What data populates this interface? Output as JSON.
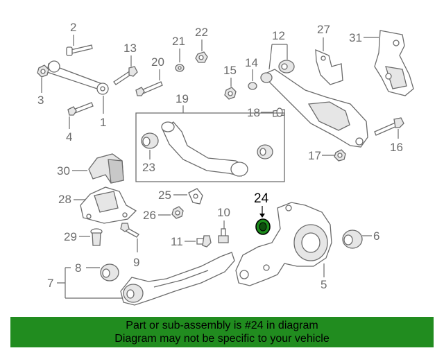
{
  "highlight": {
    "part_number": "24",
    "color": "#000000",
    "ring_color": "#1a8a1a"
  },
  "callouts": {
    "c1": "1",
    "c2": "2",
    "c3": "3",
    "c4": "4",
    "c5": "5",
    "c6": "6",
    "c7": "7",
    "c8": "8",
    "c9": "9",
    "c10": "10",
    "c11": "11",
    "c12": "12",
    "c13": "13",
    "c14": "14",
    "c15": "15",
    "c16": "16",
    "c17": "17",
    "c18": "18",
    "c19": "19",
    "c20": "20",
    "c21": "21",
    "c22": "22",
    "c23": "23",
    "c24": "24",
    "c25": "25",
    "c26": "26",
    "c27": "27",
    "c28": "28",
    "c29": "29",
    "c30": "30",
    "c31": "31"
  },
  "banner": {
    "line1": "Part or sub-assembly is #24 in diagram",
    "line2": "Diagram may not be specific to your vehicle",
    "background": "#218c1f"
  }
}
